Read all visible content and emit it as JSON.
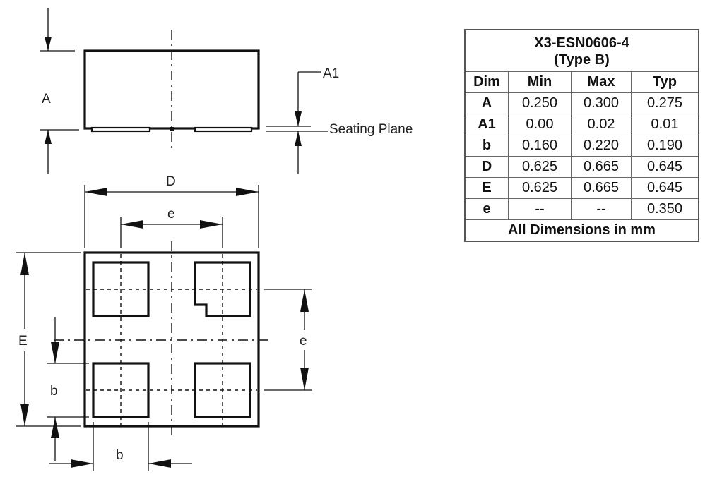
{
  "drawing": {
    "labels": {
      "side_height": "A",
      "standoff": "A1",
      "seating_plane": "Seating Plane",
      "body_length": "D",
      "pitch_top": "e",
      "body_width": "E",
      "pitch_right": "e",
      "pad_size_left": "b",
      "pad_size_bottom": "b"
    }
  },
  "table": {
    "title_line1": "X3-ESN0606-4",
    "title_line2": "(Type B)",
    "headers": [
      "Dim",
      "Min",
      "Max",
      "Typ"
    ],
    "rows": [
      [
        "A",
        "0.250",
        "0.300",
        "0.275"
      ],
      [
        "A1",
        "0.00",
        "0.02",
        "0.01"
      ],
      [
        "b",
        "0.160",
        "0.220",
        "0.190"
      ],
      [
        "D",
        "0.625",
        "0.665",
        "0.645"
      ],
      [
        "E",
        "0.625",
        "0.665",
        "0.645"
      ],
      [
        "e",
        "--",
        "--",
        "0.350"
      ]
    ],
    "footer": "All Dimensions in mm"
  }
}
